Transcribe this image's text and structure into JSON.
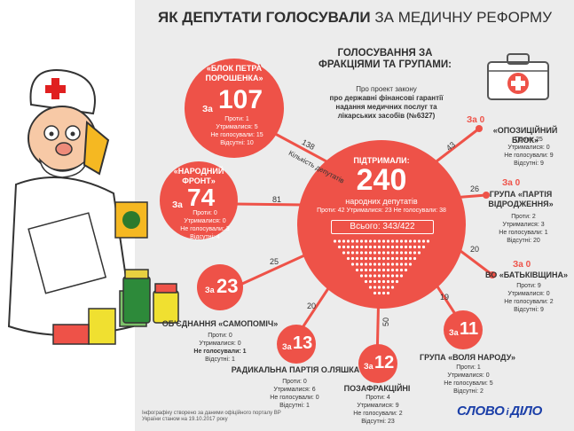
{
  "title_part1": "ЯК ДЕПУТАТИ ГОЛОСУВАЛИ",
  "title_part2": "ЗА МЕДИЧНУ РЕФОРМУ",
  "subtitle": "ГОЛОСУВАННЯ ЗА ФРАКЦІЯМИ ТА ГРУПАМИ:",
  "project_intro": "Про проект закону",
  "project_name": "про державні фінансові гарантії надання медичних послуг та лікарських засобів (№6327)",
  "center": {
    "supported_label": "ПІДТРИМАЛИ:",
    "supported_value": "240",
    "supported_unit": "народних депутатів",
    "against": "Проти: 42",
    "abstained": "Утрималися: 23",
    "not_voted": "Не голосували: 38",
    "total": "Всього: 343/422"
  },
  "deputies_label": "Кількість депутатів",
  "za_label": "За",
  "factions": [
    {
      "key": "bpp",
      "name": "«БЛОК ПЕТРА ПОРОШЕНКА»",
      "za": "107",
      "count": "138",
      "against": "Проти: 1",
      "abstained": "Утрималися: 5",
      "not_voted": "Не голосували: 15",
      "absent": "Відсутні: 10"
    },
    {
      "key": "nf",
      "name": "«НАРОДНИЙ ФРОНТ»",
      "za": "74",
      "count": "81",
      "against": "Проти: 0",
      "abstained": "Утрималися: 0",
      "not_voted": "Не голосували: 3",
      "absent": "Відсутні: 4"
    },
    {
      "key": "samo",
      "name": "ОБ'ЄДНАННЯ «САМОПОМІЧ»",
      "za": "23",
      "count": "25",
      "against": "Проти: 0",
      "abstained": "Утрималися: 0",
      "not_voted": "Не голосували: 1",
      "absent": "Відсутні: 1"
    },
    {
      "key": "rp",
      "name": "РАДИКАЛЬНА ПАРТІЯ О.ЛЯШКА",
      "za": "13",
      "count": "20",
      "against": "Проти: 0",
      "abstained": "Утрималися: 6",
      "not_voted": "Не голосували: 0",
      "absent": "Відсутні: 1"
    },
    {
      "key": "poza",
      "name": "ПОЗАФРАКЦІЙНІ",
      "za": "12",
      "count": "50",
      "against": "Проти: 4",
      "abstained": "Утрималися: 9",
      "not_voted": "Не голосували: 2",
      "absent": "Відсутні: 23"
    },
    {
      "key": "vn",
      "name": "ГРУПА «ВОЛЯ НАРОДУ»",
      "za": "11",
      "count": "19",
      "against": "Проти: 1",
      "abstained": "Утрималися: 0",
      "not_voted": "Не голосували: 5",
      "absent": "Відсутні: 2"
    },
    {
      "key": "bat",
      "name": "ВО «БАТЬКІВЩИНА»",
      "za": "За 0",
      "count": "20",
      "against": "Проти: 9",
      "abstained": "Утрималися: 0",
      "not_voted": "Не голосували: 2",
      "absent": "Відсутні: 9"
    },
    {
      "key": "pv",
      "name": "ГРУПА «ПАРТІЯ ВІДРОДЖЕННЯ»",
      "za": "За 0",
      "count": "26",
      "against": "Проти: 2",
      "abstained": "Утрималися: 3",
      "not_voted": "Не голосували: 1",
      "absent": "Відсутні: 20"
    },
    {
      "key": "ob",
      "name": "«ОПОЗИЦІЙНИЙ БЛОК»",
      "za": "За 0",
      "count": "43",
      "against": "Проти: 25",
      "abstained": "Утрималися: 0",
      "not_voted": "Не голосували: 9",
      "absent": "Відсутні: 9"
    }
  ],
  "footnote": "Інфографіку створено за даними офіційного порталу ВР України станом на 19.10.2017 року",
  "logo_left": "СЛОВО",
  "logo_sep": "і",
  "logo_right": "ДІЛО",
  "icons": [
    "doctor-illustration",
    "first-aid-kit-icon",
    "pill-bottles-illustration"
  ],
  "accent_color": "#ee5248",
  "logo_color": "#1b3fa8"
}
